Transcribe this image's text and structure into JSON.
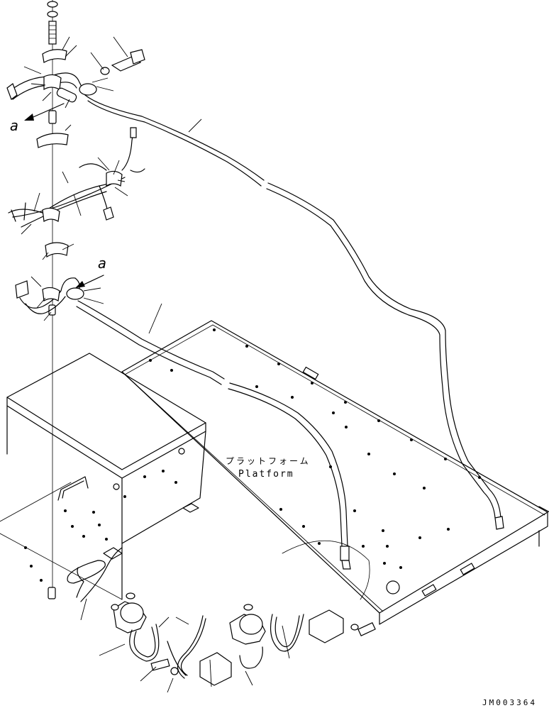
{
  "labels": {
    "ref_a_top": "a",
    "ref_a_mid": "a",
    "platform_jp": "プラットフォーム",
    "platform_en": "Platform",
    "drawing_code": "JM003364"
  }
}
